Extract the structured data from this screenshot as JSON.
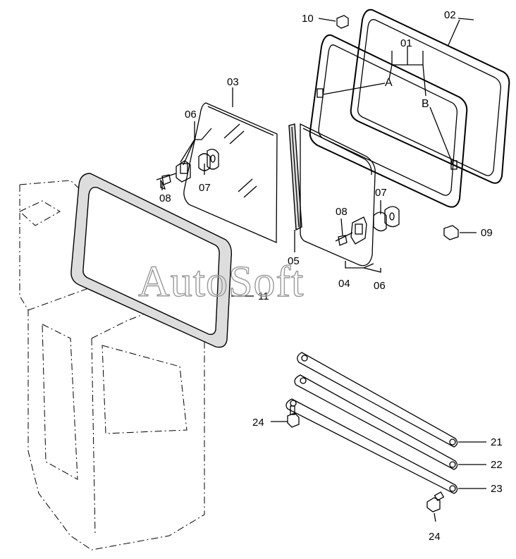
{
  "labels": {
    "p01": "01",
    "p02": "02",
    "p03": "03",
    "p04": "04",
    "p05": "05",
    "p06a": "06",
    "p06b": "06",
    "p07a": "07",
    "p07b": "07",
    "p08a": "08",
    "p08b": "08",
    "p09": "09",
    "p10": "10",
    "p11": "11",
    "p21": "21",
    "p22": "22",
    "p23": "23",
    "p24a": "24",
    "p24b": "24",
    "pointA": "A",
    "pointB": "B"
  },
  "watermark": "AutoSoft"
}
